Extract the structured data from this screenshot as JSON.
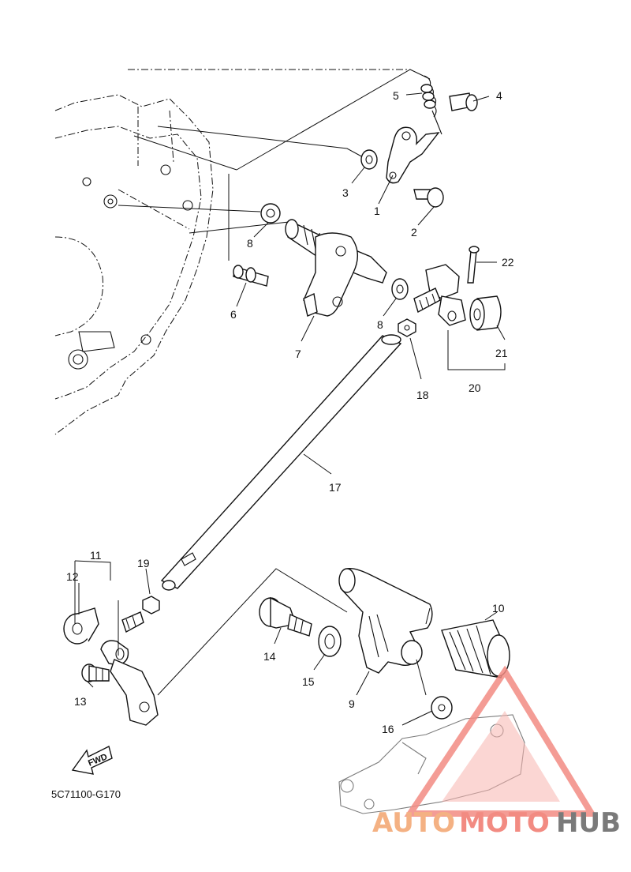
{
  "diagram": {
    "code": "5C71100-G170",
    "fwd_label": "FWD",
    "watermark": {
      "part1": "AUTO",
      "part2": "MOTO",
      "part3": "HUB"
    },
    "callouts": {
      "c1": "1",
      "c2": "2",
      "c3": "3",
      "c4": "4",
      "c5": "5",
      "c6": "6",
      "c7": "7",
      "c8a": "8",
      "c8b": "8",
      "c9": "9",
      "c10": "10",
      "c11": "11",
      "c12": "12",
      "c13": "13",
      "c14": "14",
      "c15": "15",
      "c16": "16",
      "c17": "17",
      "c18": "18",
      "c19": "19",
      "c20": "20",
      "c21": "21",
      "c22": "22"
    }
  }
}
